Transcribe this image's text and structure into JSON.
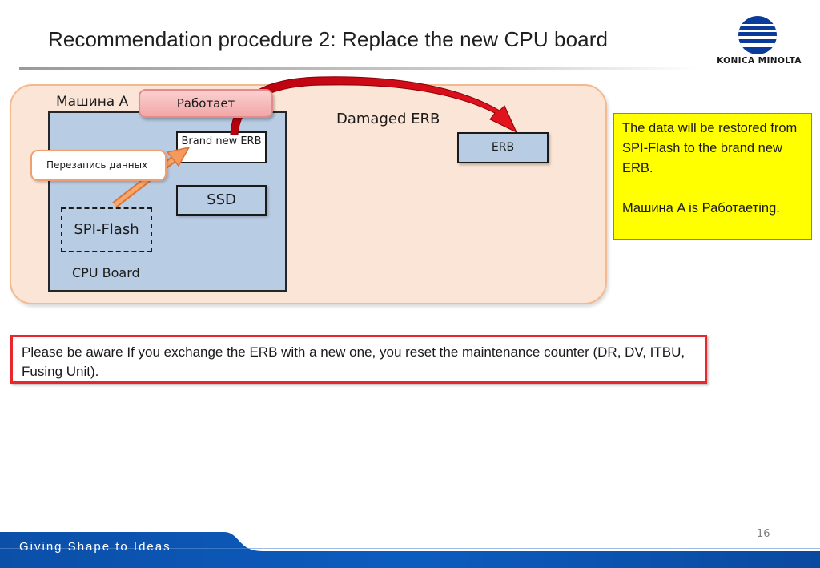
{
  "slide": {
    "title": "Recommendation procedure 2: Replace the new CPU board",
    "page_number": "16",
    "footer_tagline": "Giving Shape to Ideas"
  },
  "logo": {
    "text": "KONICA MINOLTA",
    "icon": "globe-icon",
    "color": "#0a3b9b"
  },
  "diagram": {
    "machine_label": "Машина A",
    "cpu_board_label": "CPU Board",
    "brand_new_erb_label": "Brand new ERB",
    "ssd_label": "SSD",
    "spi_flash_label": "SPI-Flash",
    "rewrite_callout": "Перезапись данных",
    "works_callout": "Работает",
    "damaged_erb_label": "Damaged  ERB",
    "erb_label": "ERB"
  },
  "note": {
    "line1": "The data will be restored from SPI-Flash to the brand new ERB.",
    "line2": "Машина A is Работаетing."
  },
  "warning": {
    "text": "Please be aware If you exchange the ERB with a new one, you reset the maintenance counter (DR, DV, ITBU, Fusing Unit)."
  },
  "colors": {
    "machine_fill": "#fbe5d6",
    "board_fill": "#b8cce4",
    "note_fill": "#ffff00",
    "warning_border": "#e8262c",
    "footer_blue": "#0b4fa8"
  }
}
